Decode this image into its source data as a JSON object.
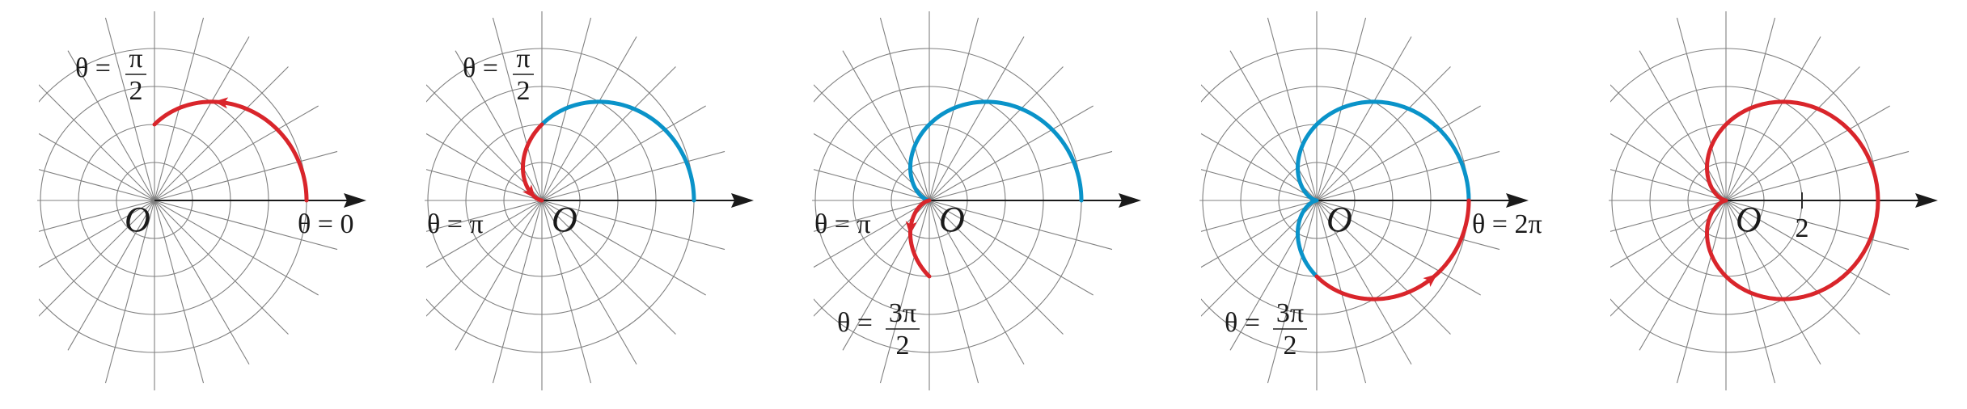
{
  "chart_data": {
    "type": "polar-curve-sequence",
    "curve_params": {
      "a": 2,
      "b": 2
    },
    "grid": {
      "circles": [
        1,
        2,
        3,
        4
      ],
      "ray_step_deg": 15
    },
    "colors": {
      "traced": "#0a93c9",
      "current": "#d9252b",
      "grid": "#808080",
      "axis": "#1a1a1a"
    },
    "origin_label": "O",
    "panels": [
      {
        "segments": [
          {
            "from_pi": 0,
            "to_pi": 0.5,
            "color": "current",
            "arrow": true
          }
        ],
        "labels": [
          {
            "kind": "frac",
            "lhs": "θ =",
            "num": "π",
            "den": "2",
            "anchor": "top-left"
          },
          {
            "kind": "plain",
            "text": "θ = 0",
            "anchor": "right"
          }
        ]
      },
      {
        "segments": [
          {
            "from_pi": 0,
            "to_pi": 0.5,
            "color": "traced",
            "arrow": false
          },
          {
            "from_pi": 0.5,
            "to_pi": 1,
            "color": "current",
            "arrow": true
          }
        ],
        "labels": [
          {
            "kind": "frac",
            "lhs": "θ =",
            "num": "π",
            "den": "2",
            "anchor": "top-left"
          },
          {
            "kind": "plain",
            "text": "θ = π",
            "anchor": "left"
          }
        ]
      },
      {
        "segments": [
          {
            "from_pi": 0,
            "to_pi": 1,
            "color": "traced",
            "arrow": false
          },
          {
            "from_pi": 1,
            "to_pi": 1.5,
            "color": "current",
            "arrow": true
          }
        ],
        "labels": [
          {
            "kind": "plain",
            "text": "θ = π",
            "anchor": "left"
          },
          {
            "kind": "frac",
            "lhs": "θ =",
            "num": "3π",
            "den": "2",
            "anchor": "bottom-left"
          }
        ]
      },
      {
        "segments": [
          {
            "from_pi": 0,
            "to_pi": 1.5,
            "color": "traced",
            "arrow": false
          },
          {
            "from_pi": 1.5,
            "to_pi": 2,
            "color": "current",
            "arrow": true
          }
        ],
        "labels": [
          {
            "kind": "frac",
            "lhs": "θ =",
            "num": "3π",
            "den": "2",
            "anchor": "bottom-left"
          },
          {
            "kind": "plain",
            "text": "θ = 2π",
            "anchor": "right"
          }
        ]
      },
      {
        "segments": [
          {
            "from_pi": 0,
            "to_pi": 2,
            "color": "current",
            "arrow": false
          }
        ],
        "labels": [
          {
            "kind": "tick",
            "text": "2",
            "value": 2
          }
        ]
      }
    ]
  }
}
